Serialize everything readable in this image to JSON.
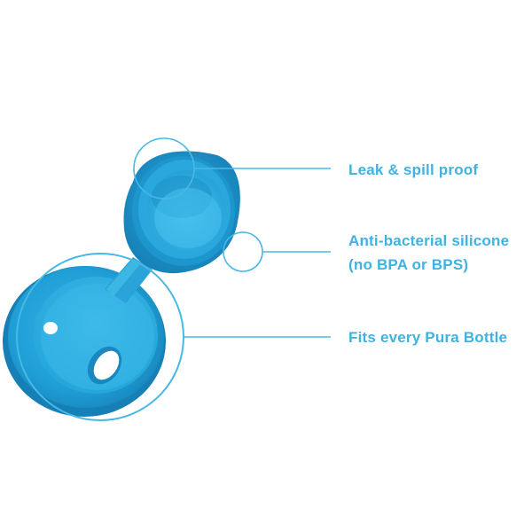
{
  "callouts": {
    "leak": {
      "label": "Leak & spill proof"
    },
    "silicone": {
      "line1": "Anti-bacterial silicone",
      "line2": "(no BPA or BPS)"
    },
    "fits": {
      "label": "Fits every Pura Bottle"
    }
  },
  "colors": {
    "accent": "#3fb2e2",
    "product_dark": "#1b93c8",
    "product_mid": "#2ba3d6",
    "product_light": "#5cc4ec"
  }
}
